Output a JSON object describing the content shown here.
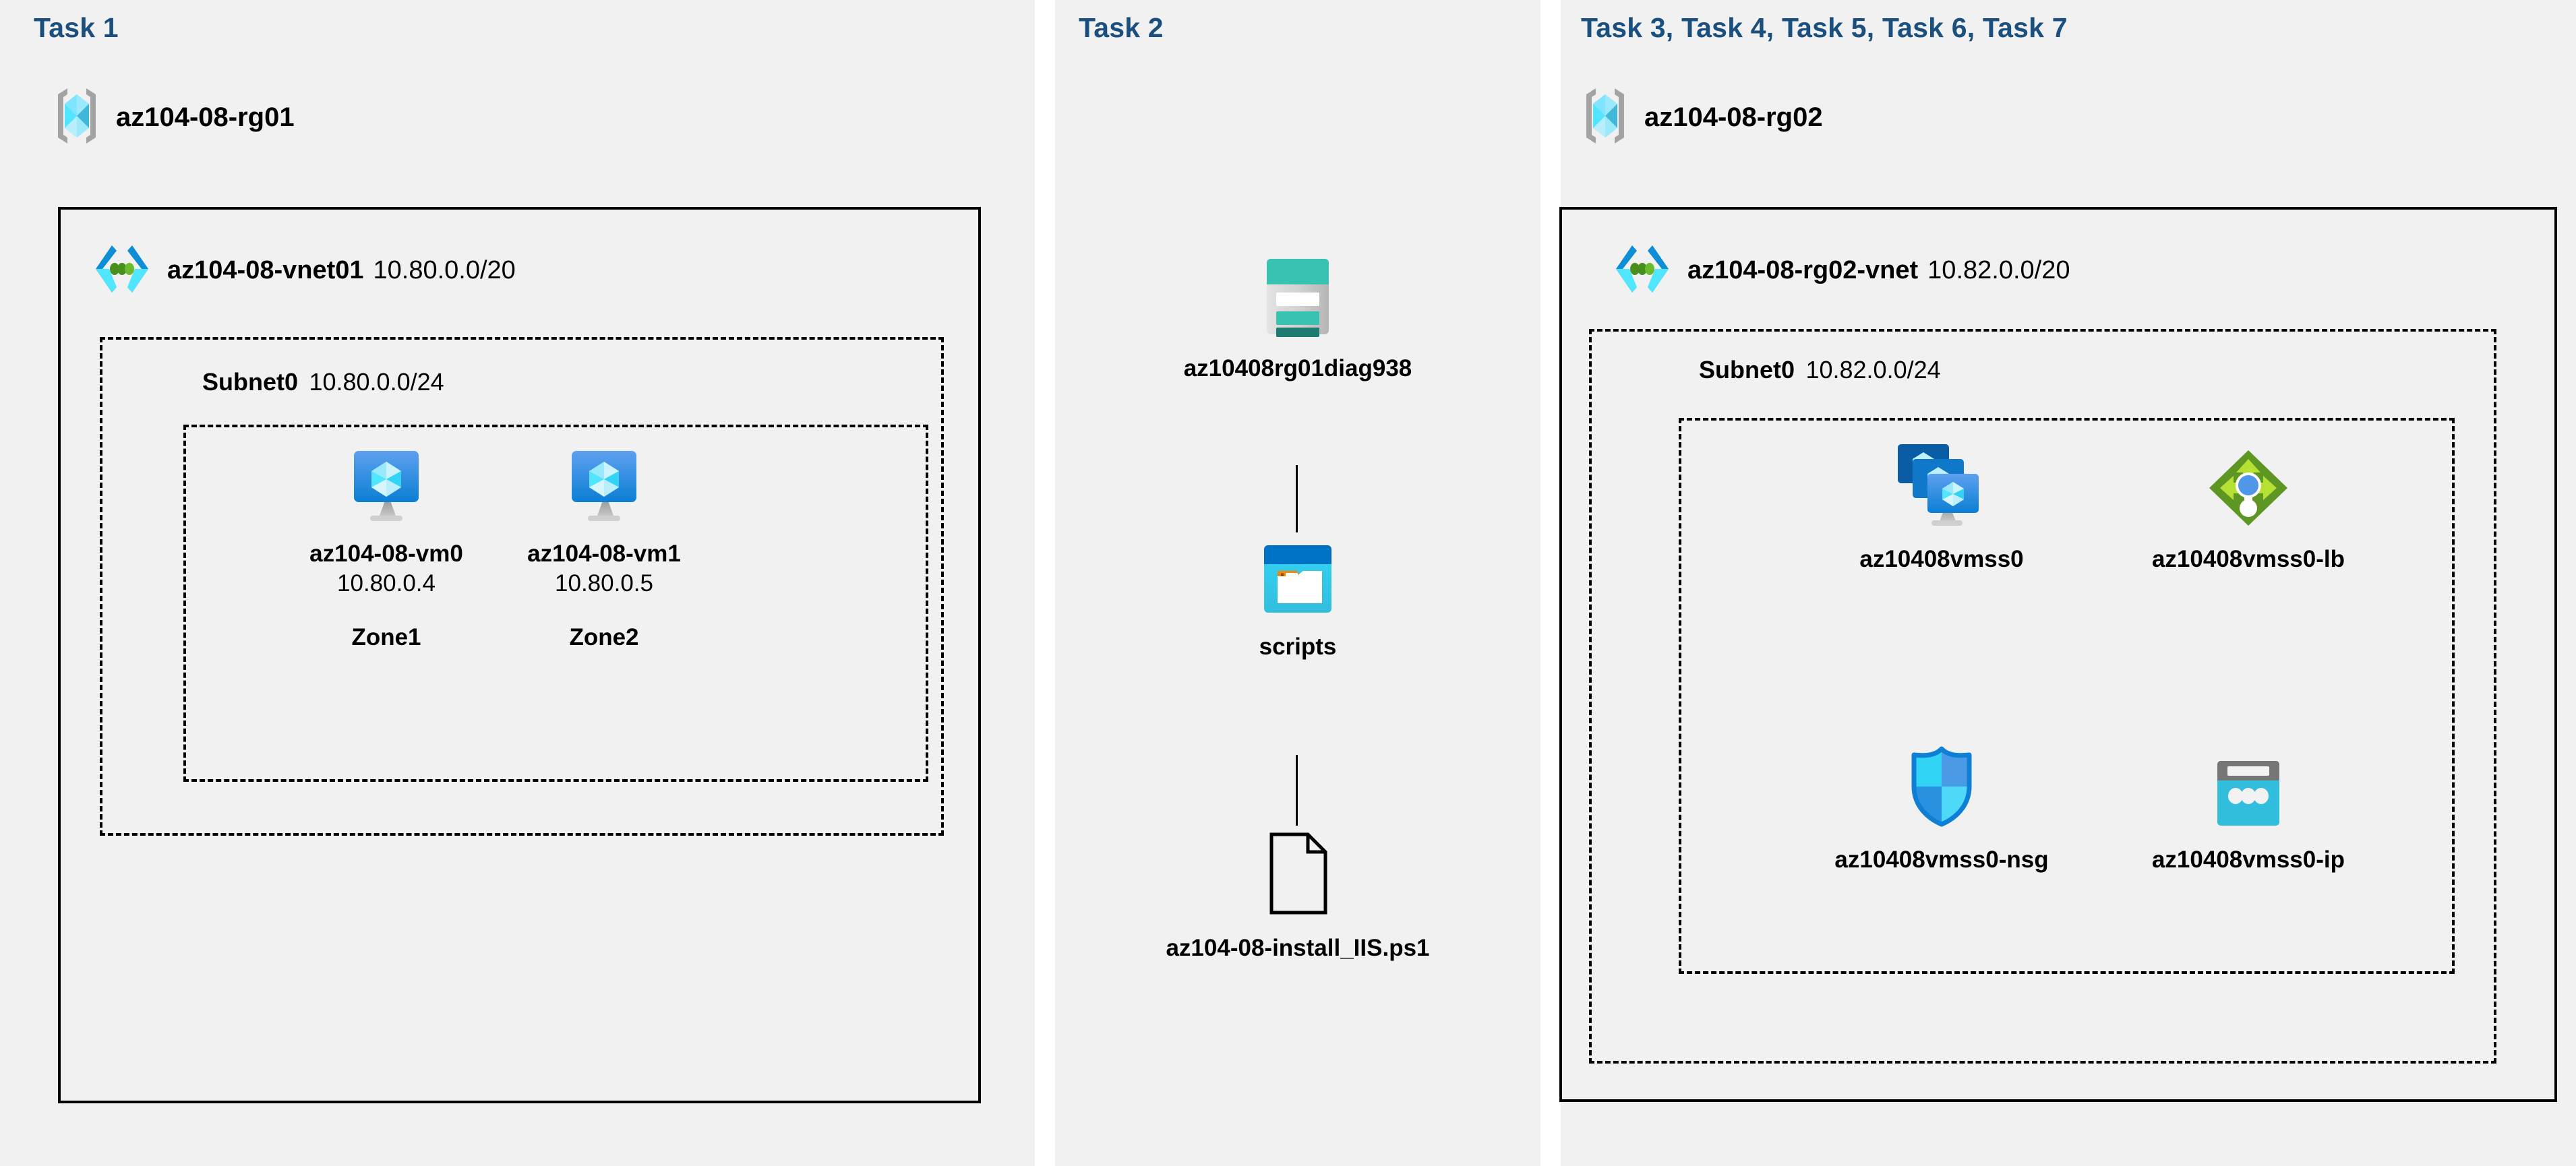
{
  "panels": {
    "task1": {
      "label": "Task 1"
    },
    "task2": {
      "label": "Task 2"
    },
    "task3": {
      "label": "Task 3, Task 4, Task 5, Task 6, Task 7"
    }
  },
  "resource_groups": [
    {
      "name": "az104-08-rg01",
      "icon": "resource-group-icon"
    },
    {
      "name": "az104-08-rg02",
      "icon": "resource-group-icon"
    }
  ],
  "vnets": [
    {
      "name": "az104-08-vnet01",
      "cidr": "10.80.0.0/20",
      "icon": "virtual-network-icon"
    },
    {
      "name": "az104-08-rg02-vnet",
      "cidr": "10.82.0.0/20",
      "icon": "virtual-network-icon"
    }
  ],
  "subnets": [
    {
      "name": "Subnet0",
      "cidr": "10.80.0.0/24"
    },
    {
      "name": "Subnet0",
      "cidr": "10.82.0.0/24"
    }
  ],
  "vms": [
    {
      "name": "az104-08-vm0",
      "ip": "10.80.0.4",
      "zone": "Zone1",
      "icon": "virtual-machine-icon"
    },
    {
      "name": "az104-08-vm1",
      "ip": "10.80.0.5",
      "zone": "Zone2",
      "icon": "virtual-machine-icon"
    }
  ],
  "storage": {
    "account": {
      "name": "az10408rg01diag938",
      "icon": "storage-account-icon"
    },
    "container": {
      "name": "scripts",
      "icon": "blob-container-icon"
    },
    "file": {
      "name": "az104-08-install_IIS.ps1",
      "icon": "file-icon"
    }
  },
  "scaleset_resources": [
    {
      "name": "az10408vmss0",
      "icon": "vm-scale-set-icon"
    },
    {
      "name": "az10408vmss0-lb",
      "icon": "load-balancer-icon"
    },
    {
      "name": "az10408vmss0-nsg",
      "icon": "network-security-group-icon"
    },
    {
      "name": "az10408vmss0-ip",
      "icon": "public-ip-address-icon"
    }
  ],
  "colors": {
    "panel_background": "#f1f1f1",
    "page_background": "#ffffff",
    "task_label": "#1a4f7e",
    "border": "#000000",
    "azure_blue": "#0078d4",
    "azure_cyan": "#50e6ff",
    "storage_teal": "#37c2b1",
    "lb_green": "#5e9624",
    "public_ip_cyan": "#32bedd"
  }
}
